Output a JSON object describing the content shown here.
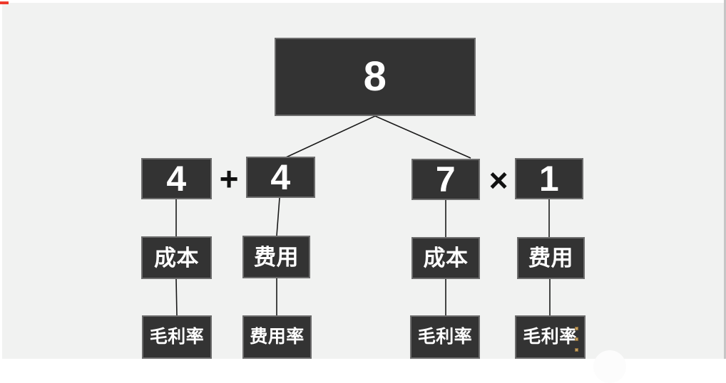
{
  "diagram": {
    "root_label": "8",
    "operator_plus": "+",
    "operator_times": "×",
    "level2_labels": [
      "4",
      "4",
      "7",
      "1"
    ],
    "level3_labels": [
      "成本",
      "费用",
      "成本",
      "费用"
    ],
    "level4_labels": [
      "毛利率",
      "费用率",
      "毛利率",
      "毛利率"
    ]
  },
  "colors": {
    "canvas_background": "#f1f2f1",
    "page_background": "#ffffff",
    "node_fill": "#333333",
    "node_border": "#6d6d6d",
    "node_text": "#ffffff",
    "connector_line": "#1a1a1a",
    "operator_text": "#111111",
    "selection_handle": "#c59e5f",
    "right_edge_line": "#c6c6c6",
    "red_mark": "#ee3a2c"
  }
}
